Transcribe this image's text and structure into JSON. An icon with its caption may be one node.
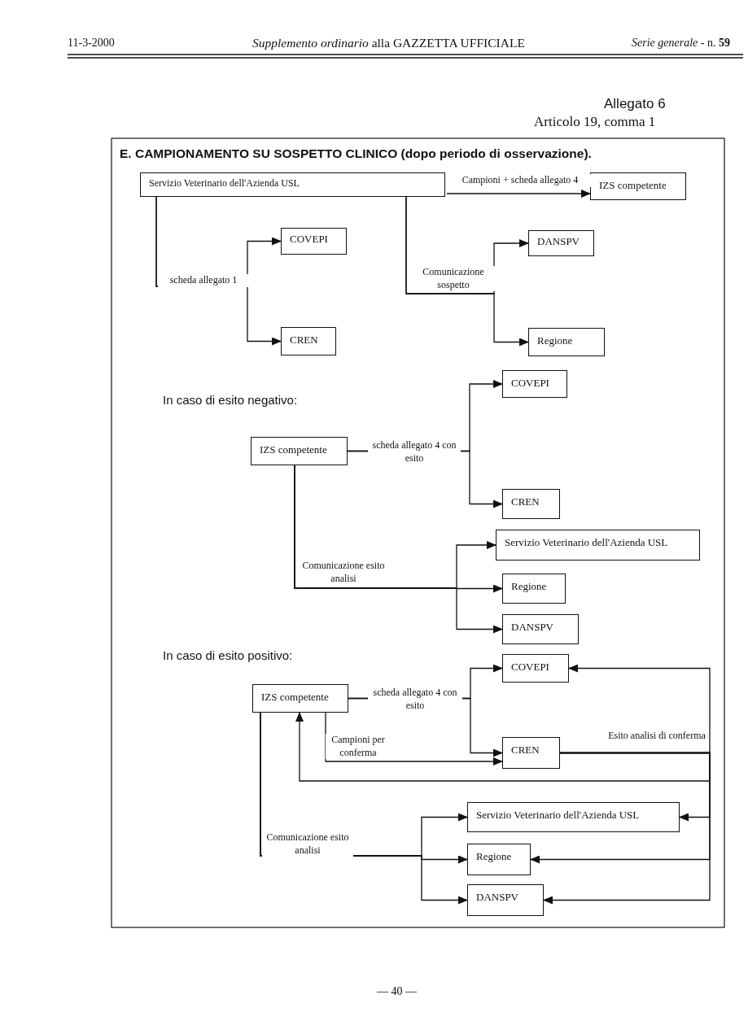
{
  "diagram": {
    "title": "E. CAMPIONAMENTO SU SOSPETTO CLINICO (dopo periodo di osservazione).",
    "nodes": [
      {
        "text": [
          "Servizio Veterinario dell'Azienda USL"
        ]
      },
      {
        "text": [
          "IZS competente"
        ]
      },
      {
        "text": [
          "COVEPI"
        ]
      },
      {
        "text": [
          "CREN"
        ]
      },
      {
        "text": [
          "DANSPV"
        ]
      },
      {
        "text": [
          "Regione"
        ]
      },
      {
        "text": [
          "COVEPI"
        ]
      },
      {
        "text": [
          "IZS competente"
        ]
      },
      {
        "text": [
          "CREN"
        ]
      },
      {
        "text": [
          "Servizio Veterinario dell'Azienda USL"
        ]
      },
      {
        "text": [
          "Regione"
        ]
      },
      {
        "text": [
          "DANSPV"
        ]
      },
      {
        "text": [
          "COVEPI"
        ]
      },
      {
        "text": [
          "IZS competente"
        ]
      },
      {
        "text": [
          "CREN"
        ]
      },
      {
        "text": [
          "Servizio Veterinario dell'Azienda USL"
        ]
      },
      {
        "text": [
          "Regione"
        ]
      },
      {
        "text": [
          "DANSPV"
        ]
      }
    ],
    "edges": [
      {
        "from": 0,
        "to": 1,
        "arrow": "to",
        "label": "Campioni + scheda allegato 4"
      },
      {
        "from": 0,
        "to": 2,
        "arrow": "to",
        "label": "scheda allegato 1"
      },
      {
        "from": 0,
        "to": 3,
        "arrow": "to"
      },
      {
        "from": 0,
        "to": 4,
        "arrow": "to",
        "label": "Comunicazione sospetto"
      },
      {
        "from": 0,
        "to": 5,
        "arrow": "to"
      },
      {
        "from": 7,
        "to": 6,
        "arrow": "to",
        "label": "scheda allegato 4 con esito"
      },
      {
        "from": 7,
        "to": 8,
        "arrow": "to"
      },
      {
        "from": 7,
        "to": 9,
        "arrow": "to"
      },
      {
        "from": 7,
        "to": 10,
        "arrow": "to",
        "label": "Comunicazione esito analisi"
      },
      {
        "from": 7,
        "to": 11,
        "arrow": "to"
      },
      {
        "from": 13,
        "to": 12,
        "arrow": "to",
        "label": "scheda allegato 4 con esito"
      },
      {
        "from": 13,
        "to": 14,
        "arrow": "to"
      },
      {
        "from": 13,
        "to": 14,
        "arrow": "to",
        "label": "Campioni per conferma"
      },
      {
        "from": 14,
        "to": 12,
        "arrow": "to",
        "label": "Esito analisi di conferma"
      },
      {
        "from": 14,
        "to": 13,
        "arrow": "to"
      },
      {
        "from": 14,
        "to": 15,
        "arrow": "to"
      },
      {
        "from": 14,
        "to": 16,
        "arrow": "to"
      },
      {
        "from": 14,
        "to": 17,
        "arrow": "to"
      },
      {
        "from": 13,
        "to": 15,
        "arrow": "to"
      },
      {
        "from": 13,
        "to": 16,
        "arrow": "to",
        "label": "Comunicazione esito analisi"
      },
      {
        "from": 13,
        "to": 17,
        "arrow": "to"
      }
    ],
    "labels": [
      "11-3-2000",
      "*Supplemento ordinario* alla GAZZETTA UFFICIALE",
      "*Serie generale* - n. **59**",
      "Allegato 6",
      "Articolo 19, comma 1",
      "In caso di esito negativo:",
      "In caso di esito positivo:",
      "— 40 —"
    ]
  }
}
